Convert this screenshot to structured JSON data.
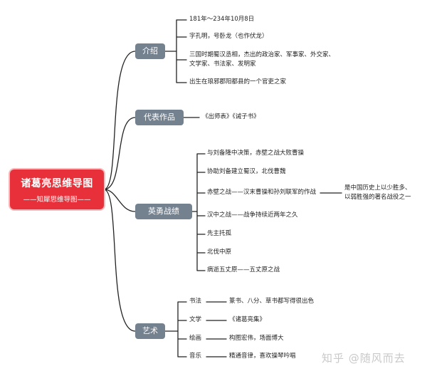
{
  "root": {
    "title": "诸葛亮思维导图",
    "subtitle": "——知犀思维导图——"
  },
  "branches": [
    {
      "label": "介绍",
      "items": [
        "181年～234年10月8日",
        "字孔明，号卧龙（也作伏龙）",
        "三国时期蜀汉丞相，杰出的政治家、军事家、外交家、",
        "文学家、书法家、发明家",
        "出生在琅邪郡阳都县的一个官吏之家"
      ]
    },
    {
      "label": "代表作品",
      "items": [
        "《出师表》《诫子书》"
      ]
    },
    {
      "label": "英勇战绩",
      "items": [
        "与刘备隆中决策，赤壁之战大败曹操",
        "协助刘备建立蜀汉，北伐曹魏",
        "赤壁之战——汉末曹操和孙刘联军的作战",
        "汉中之战——战争持续近两年之久",
        "先主托孤",
        "北伐中原",
        "病逝五丈原——五丈原之战"
      ],
      "note": [
        "是中国历史上以少胜多、",
        "以弱胜强的著名战役之一"
      ]
    },
    {
      "label": "艺术",
      "items": [
        {
          "label": "书法",
          "value": "篆书、八分、草书都写得很出色"
        },
        {
          "label": "文学",
          "value": "《诸葛亮集》"
        },
        {
          "label": "绘画",
          "value": "构图宏伟，场面博大"
        },
        {
          "label": "音乐",
          "value": "精通音律，喜欢操琴吟唱"
        }
      ]
    }
  ],
  "watermark": "知乎 @随风而去",
  "colors": {
    "root": "#e8303a",
    "branch": "#74818f",
    "line": "#222222"
  }
}
